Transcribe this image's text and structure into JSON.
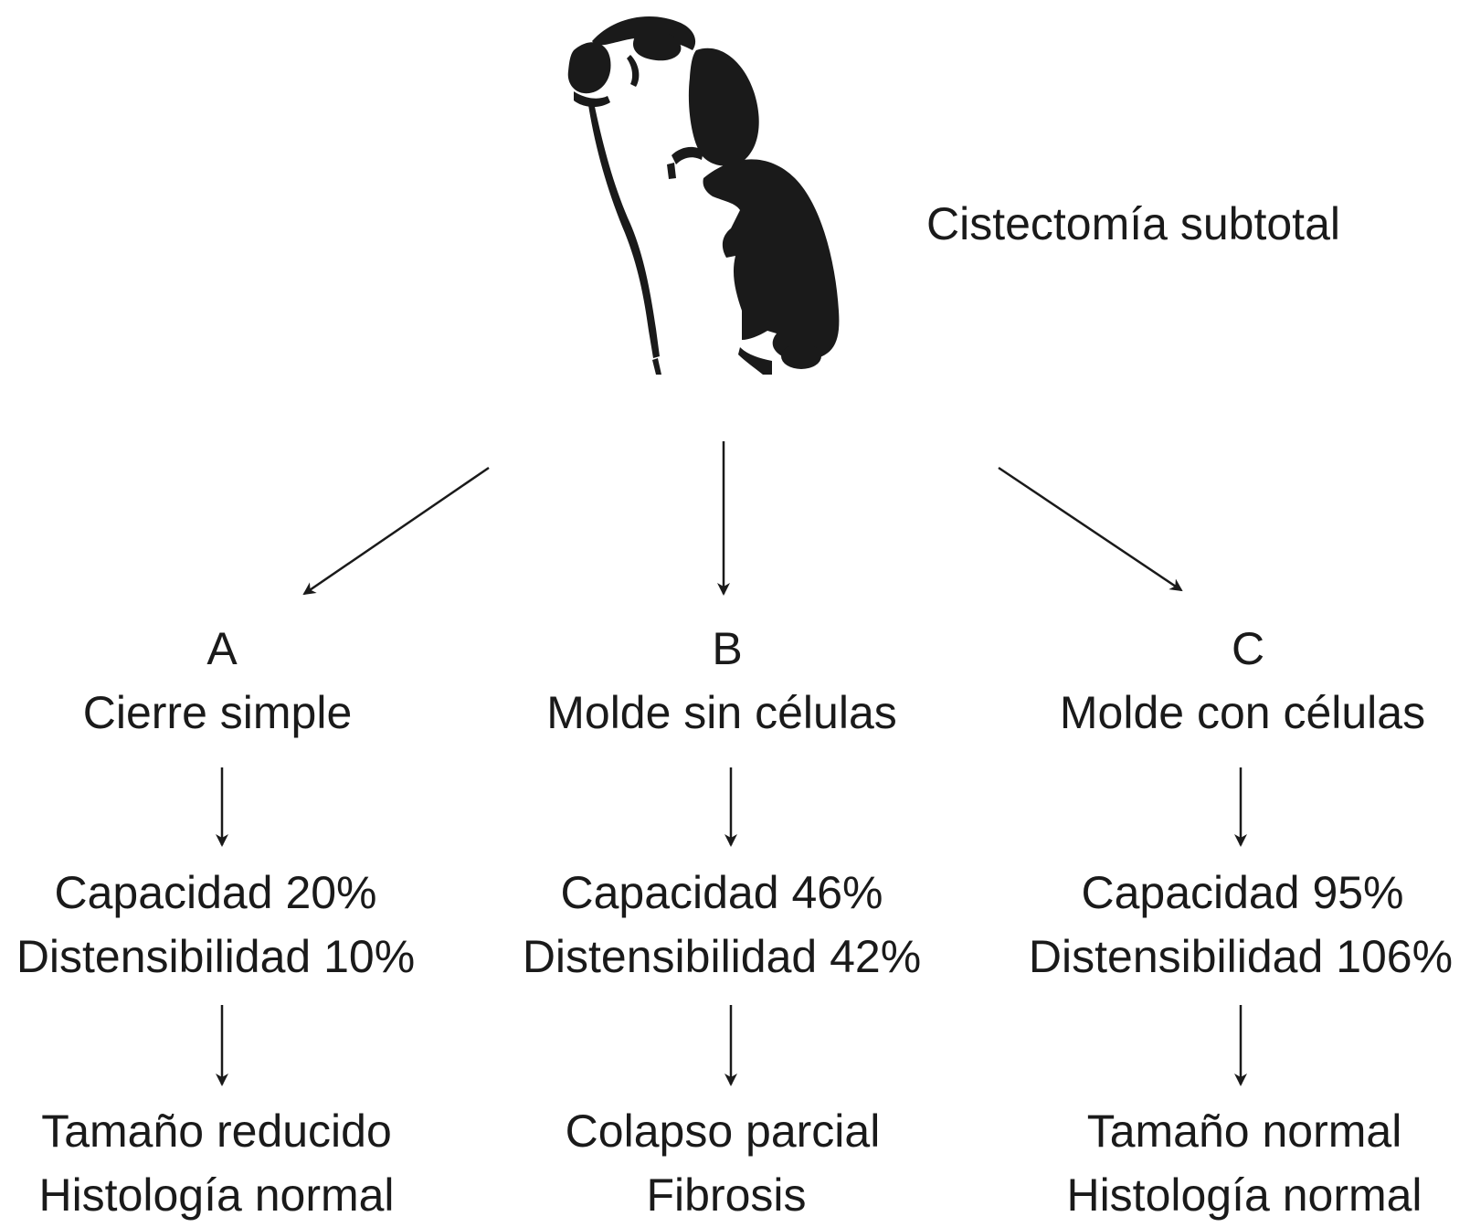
{
  "title": "Cistectomía subtotal",
  "branches": [
    {
      "letter": "A",
      "method": "Cierre simple",
      "capacity": "Capacidad 20%",
      "compliance": "Distensibilidad 10%",
      "outcome_1": "Tamaño reducido",
      "outcome_2": "Histología normal"
    },
    {
      "letter": "B",
      "method": "Molde sin células",
      "capacity": "Capacidad 46%",
      "compliance": "Distensibilidad 42%",
      "outcome_1": "Colapso parcial",
      "outcome_2": "Fibrosis"
    },
    {
      "letter": "C",
      "method": "Molde con células",
      "capacity": "Capacidad 95%",
      "compliance": "Distensibilidad 106%",
      "outcome_1": "Tamaño normal",
      "outcome_2": "Histología normal"
    }
  ],
  "colors": {
    "ink": "#1a1a1a",
    "background": "#ffffff"
  },
  "icons": {
    "dog": "dog-silhouette-icon"
  }
}
